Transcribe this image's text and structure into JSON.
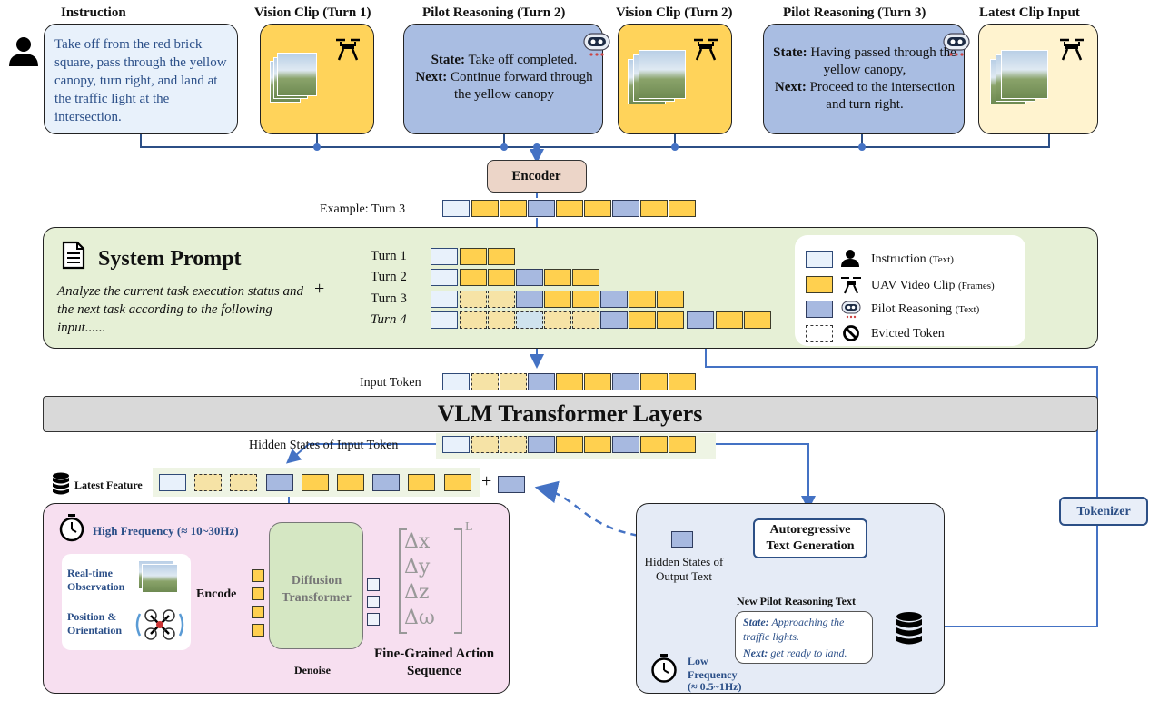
{
  "headers": {
    "instruction": "Instruction",
    "vision_clip_1": "Vision Clip (Turn 1)",
    "pilot_reasoning_2": "Pilot Reasoning (Turn 2)",
    "vision_clip_2": "Vision Clip (Turn 2)",
    "pilot_reasoning_3": "Pilot Reasoning (Turn 3)",
    "latest_clip": "Latest Clip Input"
  },
  "instruction_text": "Take off from the red brick square, pass through the yellow canopy, turn right, and land at the traffic light at the intersection.",
  "pilot2": {
    "state_label": "State:",
    "state_text": "Take off completed.",
    "next_label": "Next:",
    "next_text": "Continue forward through the yellow canopy"
  },
  "pilot3": {
    "state_label": "State:",
    "state_text": "Having passed through the yellow canopy,",
    "next_label": "Next:",
    "next_text": "Proceed to the intersection and turn right."
  },
  "encoder_label": "Encoder",
  "example_label": "Example: Turn 3",
  "system_prompt": {
    "title": "System Prompt",
    "text": "Analyze the current task execution status and the next task according to the following input......",
    "plus": "+"
  },
  "turns": [
    "Turn 1",
    "Turn 2",
    "Turn 3",
    "Turn 4"
  ],
  "legend": {
    "instruction": "Instruction",
    "instruction_sub": "(Text)",
    "clip": "UAV Video Clip",
    "clip_sub": "(Frames)",
    "pilot": "Pilot Reasoning",
    "pilot_sub": "(Text)",
    "evicted": "Evicted Token"
  },
  "input_token_label": "Input Token",
  "vlm_label": "VLM Transformer Layers",
  "hidden_states_label": "Hidden States of Input Token",
  "latest_feature_label": "Latest Feature",
  "plus_sign": "+",
  "high_freq": {
    "label": "High Frequency (≈ 10~30Hz)",
    "obs": "Real-time Observation",
    "pos": "Position & Orientation",
    "encode": "Encode",
    "diffusion": "Diffusion Transformer",
    "denoise": "Denoise",
    "action_title": "Fine-Grained Action Sequence",
    "deltas": [
      "Δx",
      "Δy",
      "Δz",
      "Δω"
    ],
    "superscript": "L"
  },
  "low_freq": {
    "hidden_out": "Hidden States of Output Text",
    "autoreg": "Autoregressive Text Generation",
    "new_text_title": "New Pilot Reasoning Text",
    "state_label": "State:",
    "state_text": "Approaching the traffic lights.",
    "next_label": "Next:",
    "next_text": "get ready to land.",
    "low_label": "Low Frequency",
    "low_hz": "(≈ 0.5~1Hz)"
  },
  "tokenizer_label": "Tokenizer",
  "colors": {
    "yellow_token": "#ffd04f",
    "blue_token": "#a7b9e0",
    "instruction_token": "#e8f1fb",
    "arrow": "#4472c4",
    "system_bg": "#e6f0d6",
    "high_bg": "#f7dff0",
    "low_bg": "#e5ebf6"
  }
}
